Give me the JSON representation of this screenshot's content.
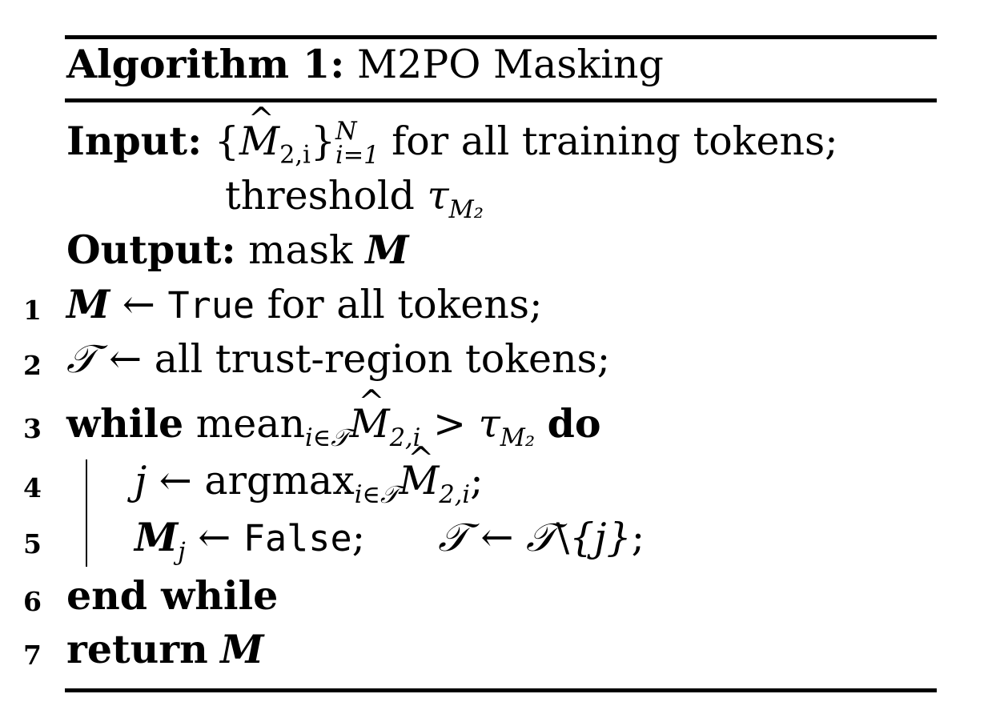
{
  "algorithm": {
    "heading_label": "Algorithm 1:",
    "heading_title": "M2PO Masking",
    "input_label": "Input:",
    "input_line1_open": "{",
    "input_M": "M",
    "input_sub": "2,i",
    "input_close": "}",
    "input_sup": "N",
    "input_subrange": "i=1",
    "input_text": "for all training tokens;",
    "input_line2_text": "threshold",
    "input_tau": "τ",
    "input_tau_sub": "M₂",
    "output_label": "Output:",
    "output_text": "mask",
    "output_M": "M",
    "lines": [
      {
        "num": "1",
        "lhs": "M",
        "arrow": "←",
        "mono": "True",
        "text": "for all tokens;"
      },
      {
        "num": "2",
        "lhs": "𝒯",
        "arrow": "←",
        "text": "all trust-region tokens;"
      },
      {
        "num": "3",
        "kw": "while",
        "op": "mean",
        "op_sub": "i∈𝒯",
        "M": "M",
        "M_sub": "2,i",
        "cmp": ">",
        "tau": "τ",
        "tau_sub": "M₂",
        "kw2": "do"
      },
      {
        "num": "4",
        "lhs": "j",
        "arrow": "←",
        "op": "argmax",
        "op_sub": "i∈𝒯",
        "M": "M",
        "M_sub": "2,i",
        "end": ";"
      },
      {
        "num": "5",
        "lhs": "M",
        "lhs_sub": "j",
        "arrow": "←",
        "mono": "False",
        "sep": ";",
        "t": "𝒯",
        "arrow2": "←",
        "t2": "𝒯",
        "setminus": "\\",
        "set": "{j}",
        "end": ";"
      },
      {
        "num": "6",
        "kw": "end while"
      },
      {
        "num": "7",
        "kw": "return",
        "M": "M"
      }
    ]
  }
}
